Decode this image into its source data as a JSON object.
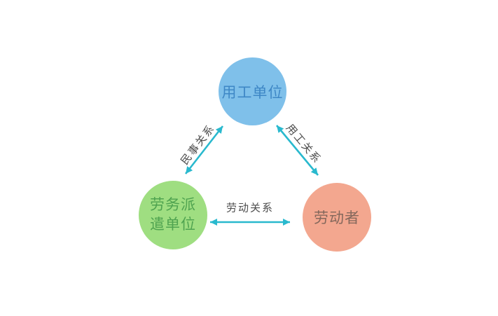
{
  "canvas": {
    "background": "#ffffff"
  },
  "diagram": {
    "nodes": [
      {
        "id": "employing-unit",
        "label": "用工单位",
        "fill": "#7FC0EA",
        "text_color": "#3E87C6",
        "position": "top"
      },
      {
        "id": "labor-dispatch-unit",
        "label": "劳务派遣单位",
        "fill": "#9FDE81",
        "text_color": "#4FA350",
        "position": "bottom-left"
      },
      {
        "id": "worker",
        "label": "劳动者",
        "fill": "#F3A78F",
        "text_color": "#85685C",
        "position": "bottom-right"
      }
    ],
    "edges": [
      {
        "label": "民事关系",
        "from": "labor-dispatch-unit",
        "to": "employing-unit",
        "style": "double-arrow"
      },
      {
        "label": "用工关系",
        "from": "employing-unit",
        "to": "worker",
        "style": "double-arrow"
      },
      {
        "label": "劳动关系",
        "from": "labor-dispatch-unit",
        "to": "worker",
        "style": "double-arrow"
      }
    ],
    "arrow_color": "#29B9CE",
    "edge_label_color": "#4D4D4D"
  }
}
